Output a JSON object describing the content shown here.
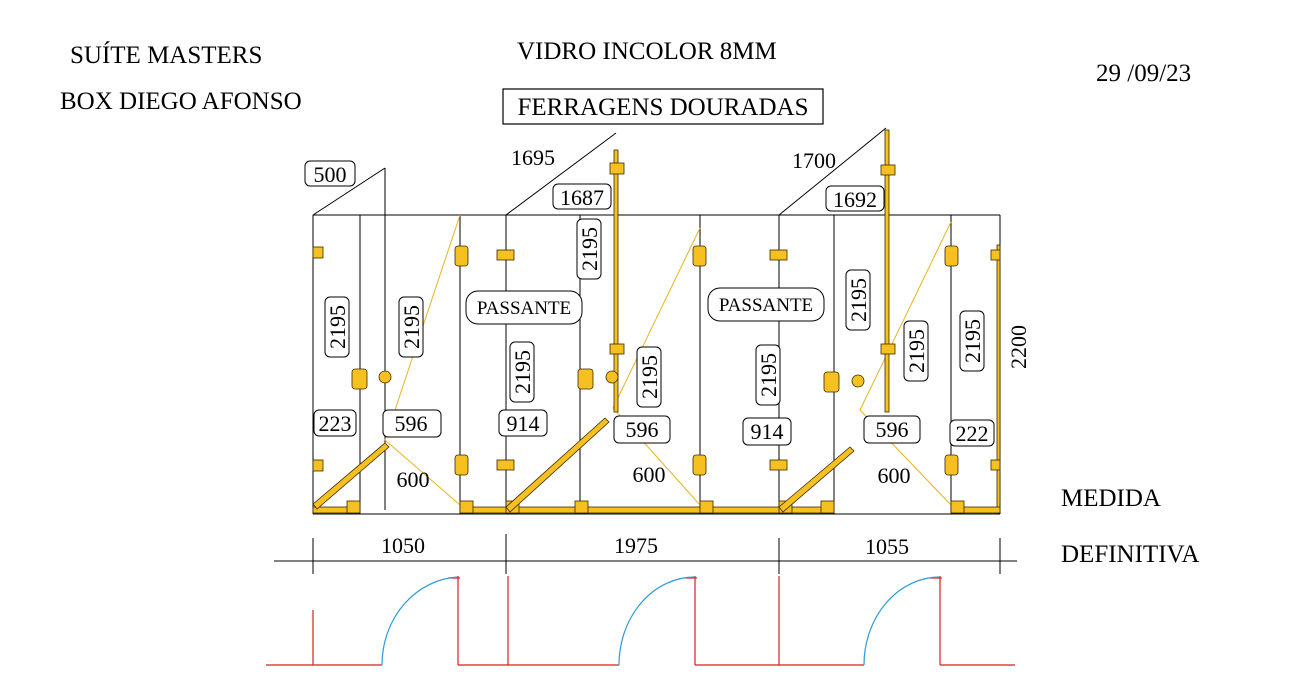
{
  "header": {
    "project": "SUÍTE MASTERS",
    "client": "BOX DIEGO AFONSO",
    "glass": "VIDRO INCOLOR 8MM",
    "hardware": "FERRAGENS DOURADAS",
    "date": "29 /09/23"
  },
  "notes": {
    "line1": "MEDIDA",
    "line2": "DEFINITIVA"
  },
  "colors": {
    "hardware": "#f5c020",
    "hardware_outline": "#3a2a00",
    "door_line": "#e8b41c",
    "arc": "#2a9ad8",
    "plan": "#d42020"
  },
  "labels": {
    "top1": "500",
    "diag1": "1695",
    "top2": "1687",
    "diag2": "1700",
    "top3": "1692",
    "v1": "2195",
    "v2": "2195",
    "v3": "2195",
    "v4": "2195",
    "v5": "2195",
    "v6": "2195",
    "v7": "2195",
    "v8": "2195",
    "v9": "2195",
    "height": "2200",
    "passante1": "PASSANTE",
    "passante2": "PASSANTE",
    "w223": "223",
    "w596a": "596",
    "w914a": "914",
    "w596b": "596",
    "w914b": "914",
    "w596c": "596",
    "w222": "222",
    "d600a": "600",
    "d600b": "600",
    "d600c": "600",
    "span1": "1050",
    "span2": "1975",
    "span3": "1055"
  }
}
